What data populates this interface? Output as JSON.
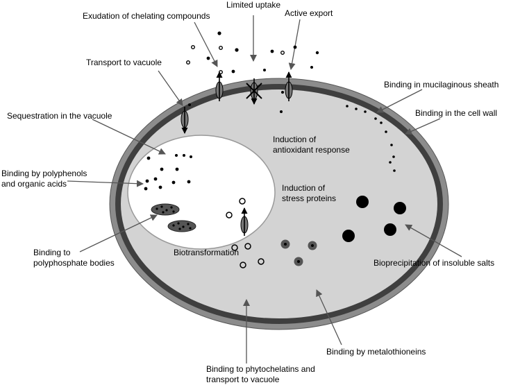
{
  "labels": {
    "exudation": "Exudation of chelating compounds",
    "limited_uptake": "Limited uptake",
    "active_export": "Active export",
    "transport_to_vacuole": "Transport to vacuole",
    "mucilaginous_sheath": "Binding in mucilaginous sheath",
    "sequestration_vacuole": "Sequestration in the vacuole",
    "cell_wall": "Binding in the cell wall",
    "polyphenols": "Binding by polyphenols\nand organic acids",
    "polyphosphate": "Binding to\npolyphosphate bodies",
    "bioprecipitation": "Bioprecipitation of insoluble salts",
    "metalothioneins": "Binding by metalothioneins",
    "phytochelatins": "Binding to phytochelatins and\ntransport to vacuole"
  },
  "inner_labels": {
    "antioxidant": "Induction of\nantioxidant response",
    "stress_proteins": "Induction of\nstress proteins",
    "biotransformation": "Biotransformation"
  },
  "colors": {
    "sheath": "#8c8c8c",
    "wall": "#3f3f3f",
    "cytoplasm": "#d3d3d3",
    "vacuole": "#ffffff",
    "arrow": "#555555"
  }
}
